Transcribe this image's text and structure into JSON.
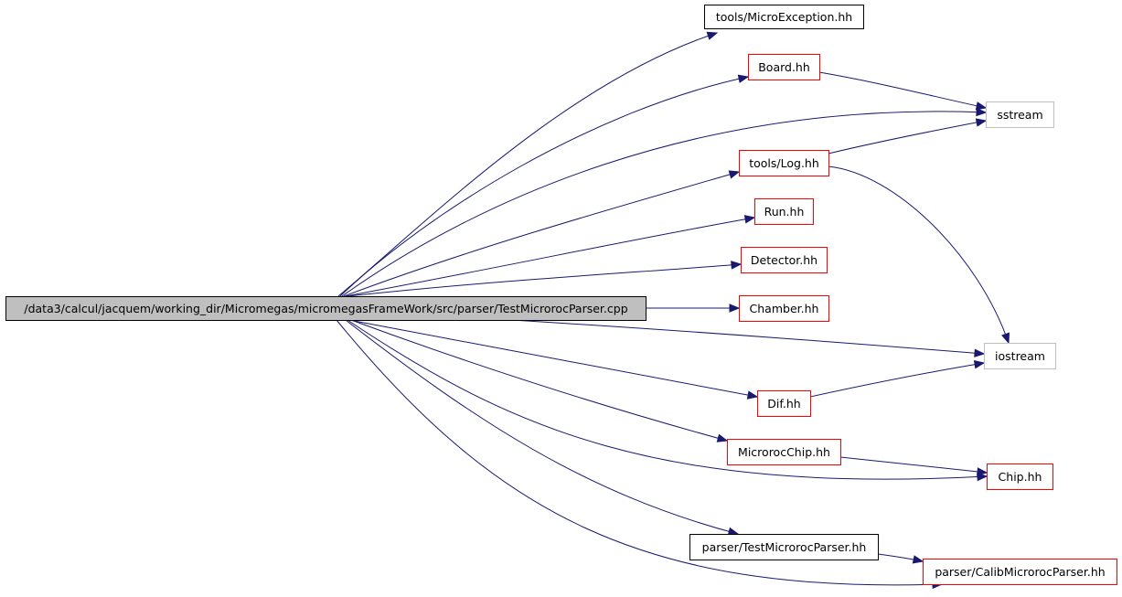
{
  "colors": {
    "edge": "#191970",
    "border_documented": "#000000",
    "border_has_more": "#ff0000",
    "border_external": "#bfbfbf",
    "root_fill": "#bfbfbf"
  },
  "nodes": [
    {
      "id": "root",
      "label": "/data3/calcul/jacquem/working_dir/Micromegas/micromegasFrameWork/src/parser/TestMicrorocParser.cpp",
      "style": "root"
    },
    {
      "id": "microexc",
      "label": "tools/MicroException.hh",
      "style": "documented"
    },
    {
      "id": "board",
      "label": "Board.hh",
      "style": "has_more"
    },
    {
      "id": "sstream",
      "label": "sstream",
      "style": "external"
    },
    {
      "id": "log",
      "label": "tools/Log.hh",
      "style": "has_more"
    },
    {
      "id": "run",
      "label": "Run.hh",
      "style": "has_more"
    },
    {
      "id": "detector",
      "label": "Detector.hh",
      "style": "has_more"
    },
    {
      "id": "chamber",
      "label": "Chamber.hh",
      "style": "has_more"
    },
    {
      "id": "iostream",
      "label": "iostream",
      "style": "external"
    },
    {
      "id": "dif",
      "label": "Dif.hh",
      "style": "has_more"
    },
    {
      "id": "microchip",
      "label": "MicrorocChip.hh",
      "style": "has_more"
    },
    {
      "id": "chip",
      "label": "Chip.hh",
      "style": "has_more"
    },
    {
      "id": "testparser",
      "label": "parser/TestMicrorocParser.hh",
      "style": "documented"
    },
    {
      "id": "calib",
      "label": "parser/CalibMicrorocParser.hh",
      "style": "has_more"
    }
  ],
  "edges": [
    {
      "from": "root",
      "to": "microexc"
    },
    {
      "from": "root",
      "to": "board"
    },
    {
      "from": "root",
      "to": "sstream"
    },
    {
      "from": "root",
      "to": "log"
    },
    {
      "from": "root",
      "to": "run"
    },
    {
      "from": "root",
      "to": "detector"
    },
    {
      "from": "root",
      "to": "chamber"
    },
    {
      "from": "root",
      "to": "iostream"
    },
    {
      "from": "root",
      "to": "dif"
    },
    {
      "from": "root",
      "to": "microchip"
    },
    {
      "from": "root",
      "to": "chip"
    },
    {
      "from": "root",
      "to": "testparser"
    },
    {
      "from": "root",
      "to": "calib"
    },
    {
      "from": "board",
      "to": "sstream"
    },
    {
      "from": "log",
      "to": "sstream"
    },
    {
      "from": "log",
      "to": "iostream"
    },
    {
      "from": "dif",
      "to": "iostream"
    },
    {
      "from": "microchip",
      "to": "chip"
    },
    {
      "from": "testparser",
      "to": "calib"
    }
  ]
}
